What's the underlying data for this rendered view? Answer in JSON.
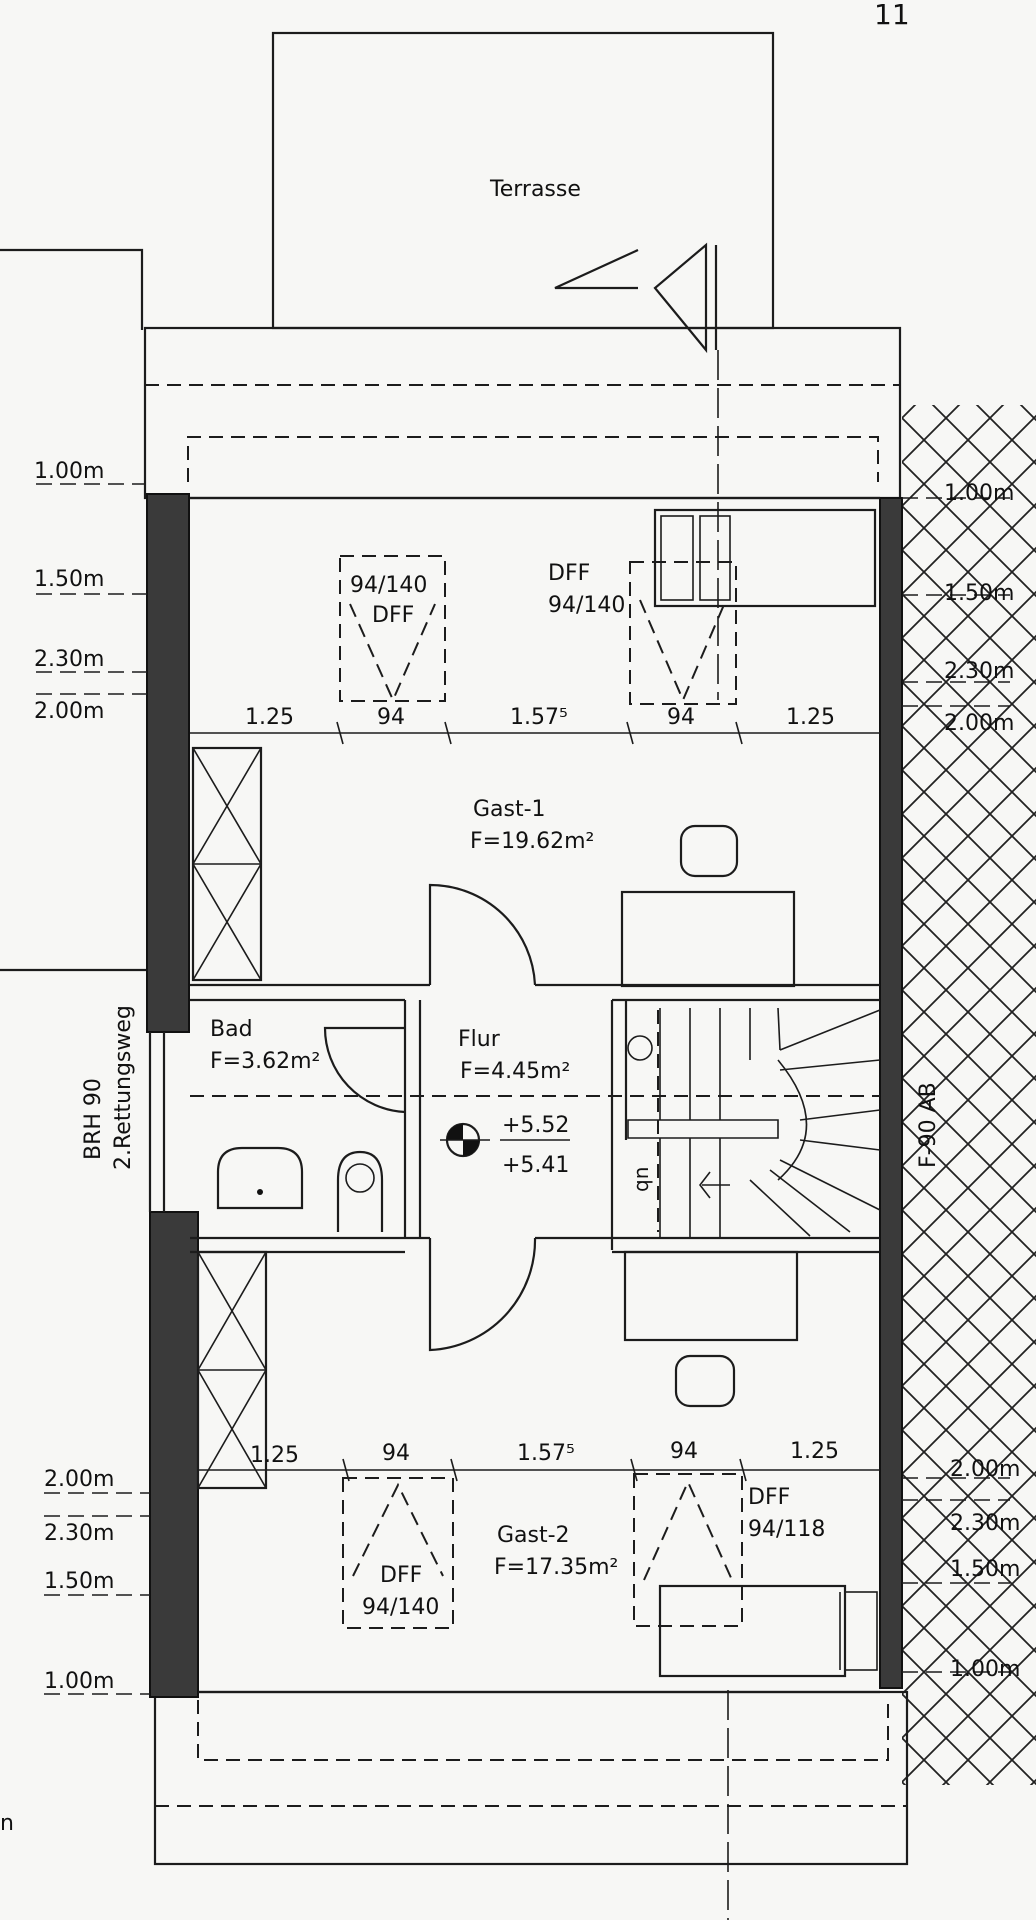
{
  "page_number": "11",
  "terrace": {
    "label": "Terrasse"
  },
  "rooms": {
    "gast1": {
      "name": "Gast-1",
      "area": "F=19.62m²"
    },
    "gast2": {
      "name": "Gast-2",
      "area": "F=17.35m²"
    },
    "bad": {
      "name": "Bad",
      "area": "F=3.62m²"
    },
    "flur": {
      "name": "Flur",
      "area": "F=4.45m²"
    }
  },
  "levels": {
    "upper": "+5.52",
    "lower": "+5.41"
  },
  "windows": {
    "top_left": {
      "line1": "94/140",
      "line2": "DFF"
    },
    "top_right": {
      "line1": "DFF",
      "line2": "94/140"
    },
    "bottom_left": {
      "line1": "DFF",
      "line2": "94/140"
    },
    "bottom_right": {
      "line1": "DFF",
      "line2": "94/118"
    }
  },
  "dimensions_top": [
    "1.25",
    "94",
    "1.57⁵",
    "94",
    "1.25"
  ],
  "dimensions_bottom": [
    "1.25",
    "94",
    "1.57⁵",
    "94",
    "1.25"
  ],
  "heights_left_top": [
    "1.00m",
    "1.50m",
    "2.30m",
    "2.00m"
  ],
  "heights_right_top": [
    "1.00m",
    "1.50m",
    "2.30m",
    "2.00m"
  ],
  "heights_left_bottom": [
    "2.00m",
    "2.30m",
    "1.50m",
    "1.00m"
  ],
  "heights_right_bottom": [
    "2.00m",
    "2.30m",
    "1.50m",
    "1.00m"
  ],
  "side_left": {
    "brh": "BRH 90",
    "escape": "2.Rettungsweg"
  },
  "side_right": {
    "fire": "F-90 AB"
  },
  "stair_mark": "qn",
  "corner_mark": "n"
}
